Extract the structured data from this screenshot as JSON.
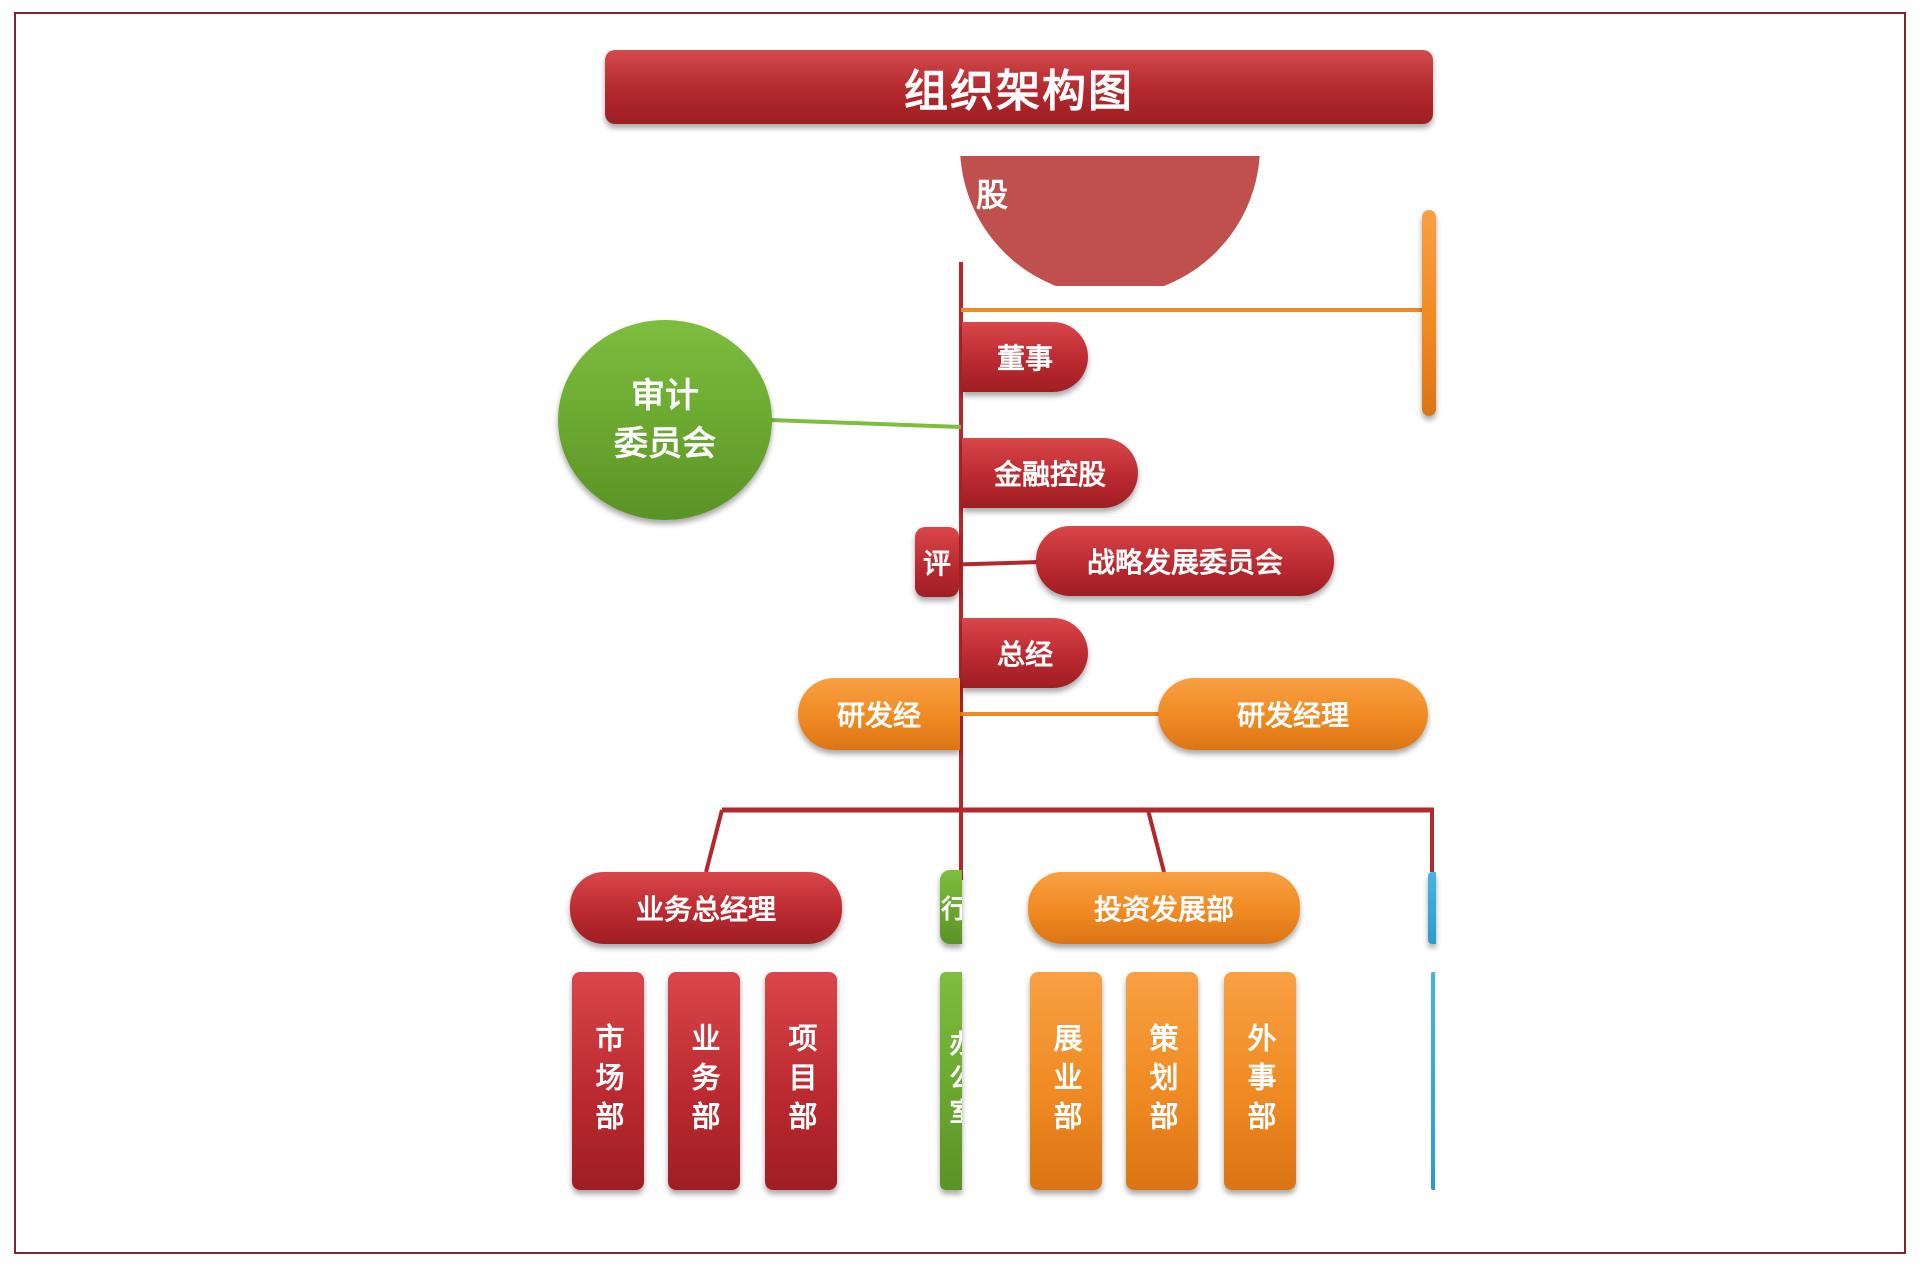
{
  "title": "组织架构图",
  "colors": {
    "red": "#bb2a30",
    "orange": "#f08a22",
    "green": "#6aa72f",
    "blue": "#2b9ccb",
    "shareholder": "#c0504d",
    "frame": "#7a2a2e"
  },
  "top": {
    "shareholder": "股",
    "board": "董事",
    "financial_holding": "金融控股",
    "evaluation": "评",
    "strategy_committee": "战略发展委员会",
    "general_manager": "总经",
    "audit_committee_line1": "审计",
    "audit_committee_line2": "委员会",
    "rd_left": "研发经",
    "rd_right": "研发经理"
  },
  "bottom": {
    "business_gm": "业务总经理",
    "admin": "行",
    "investment_dev": "投资发展部",
    "blue_node": "",
    "market_dept": "市场部",
    "business_dept": "业务部",
    "project_dept": "项目部",
    "office": "办公室",
    "development_dept": "展业部",
    "planning_dept": "策划部",
    "foreign_affairs_dept": "外事部"
  }
}
